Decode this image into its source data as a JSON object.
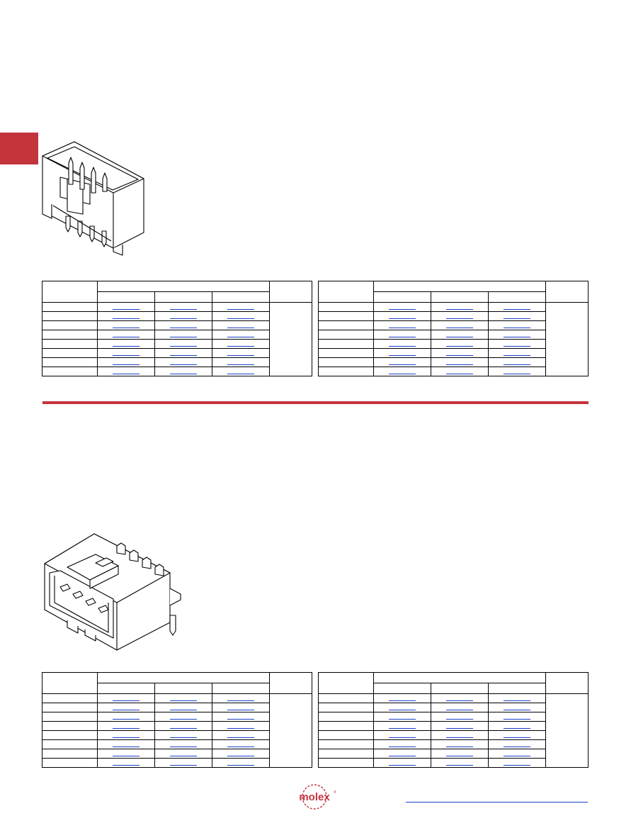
{
  "brand": {
    "name": "molex",
    "accent_color": "#c3343c",
    "link_color": "#1a3ec8"
  },
  "sections": [
    {
      "illustration": "vertical-header-connector-icon",
      "tables": [
        {
          "rows": 8,
          "link_columns": 3
        },
        {
          "rows": 8,
          "link_columns": 3
        }
      ]
    },
    {
      "illustration": "right-angle-header-connector-icon",
      "tables": [
        {
          "rows": 8,
          "link_columns": 3
        },
        {
          "rows": 8,
          "link_columns": 3
        }
      ]
    }
  ],
  "footer": {
    "logo_text": "molex"
  }
}
